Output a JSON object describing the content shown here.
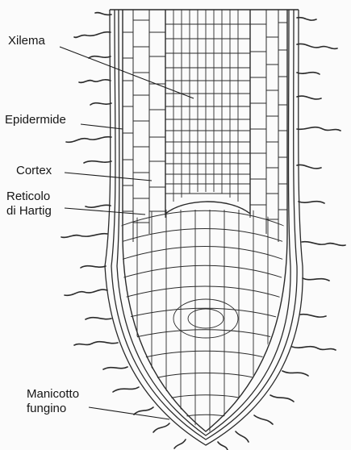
{
  "labels": {
    "xilema": "Xilema",
    "epidermide": "Epidermide",
    "cortex": "Cortex",
    "reticolo_line1": "Reticolo",
    "reticolo_line2": "di Hartig",
    "manicotto_line1": "Manicotto",
    "manicotto_line2": "fungino"
  },
  "colors": {
    "ink": "#2a2a2a",
    "paper": "#fbfbfb"
  }
}
